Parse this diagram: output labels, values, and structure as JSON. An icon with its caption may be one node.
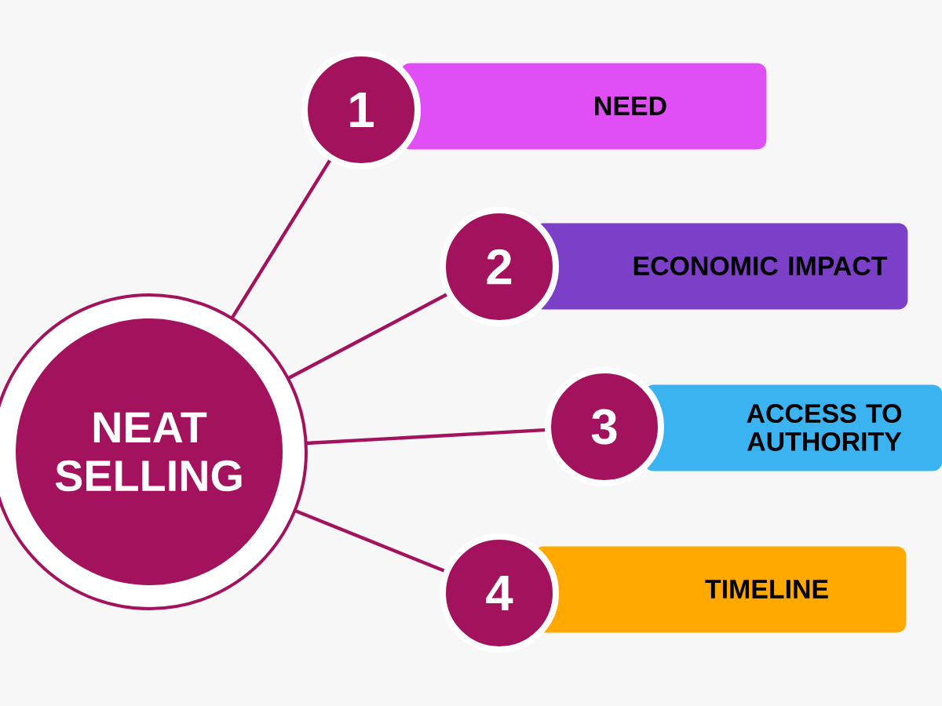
{
  "diagram": {
    "nodes": [
      {
        "text": [
          "NEAT SELLING"
        ]
      },
      {
        "text": [
          "1"
        ]
      },
      {
        "text": [
          "NEED"
        ]
      },
      {
        "text": [
          "2"
        ]
      },
      {
        "text": [
          "ECONOMIC IMPACT"
        ]
      },
      {
        "text": [
          "3"
        ]
      },
      {
        "text": [
          "ACCESS TO AUTHORITY"
        ]
      },
      {
        "text": [
          "4"
        ]
      },
      {
        "text": [
          "TIMELINE"
        ]
      }
    ],
    "edges": [
      {
        "from": 0,
        "to": 1,
        "arrow": "none"
      },
      {
        "from": 0,
        "to": 3,
        "arrow": "none"
      },
      {
        "from": 0,
        "to": 5,
        "arrow": "none"
      },
      {
        "from": 0,
        "to": 7,
        "arrow": "none"
      }
    ]
  }
}
